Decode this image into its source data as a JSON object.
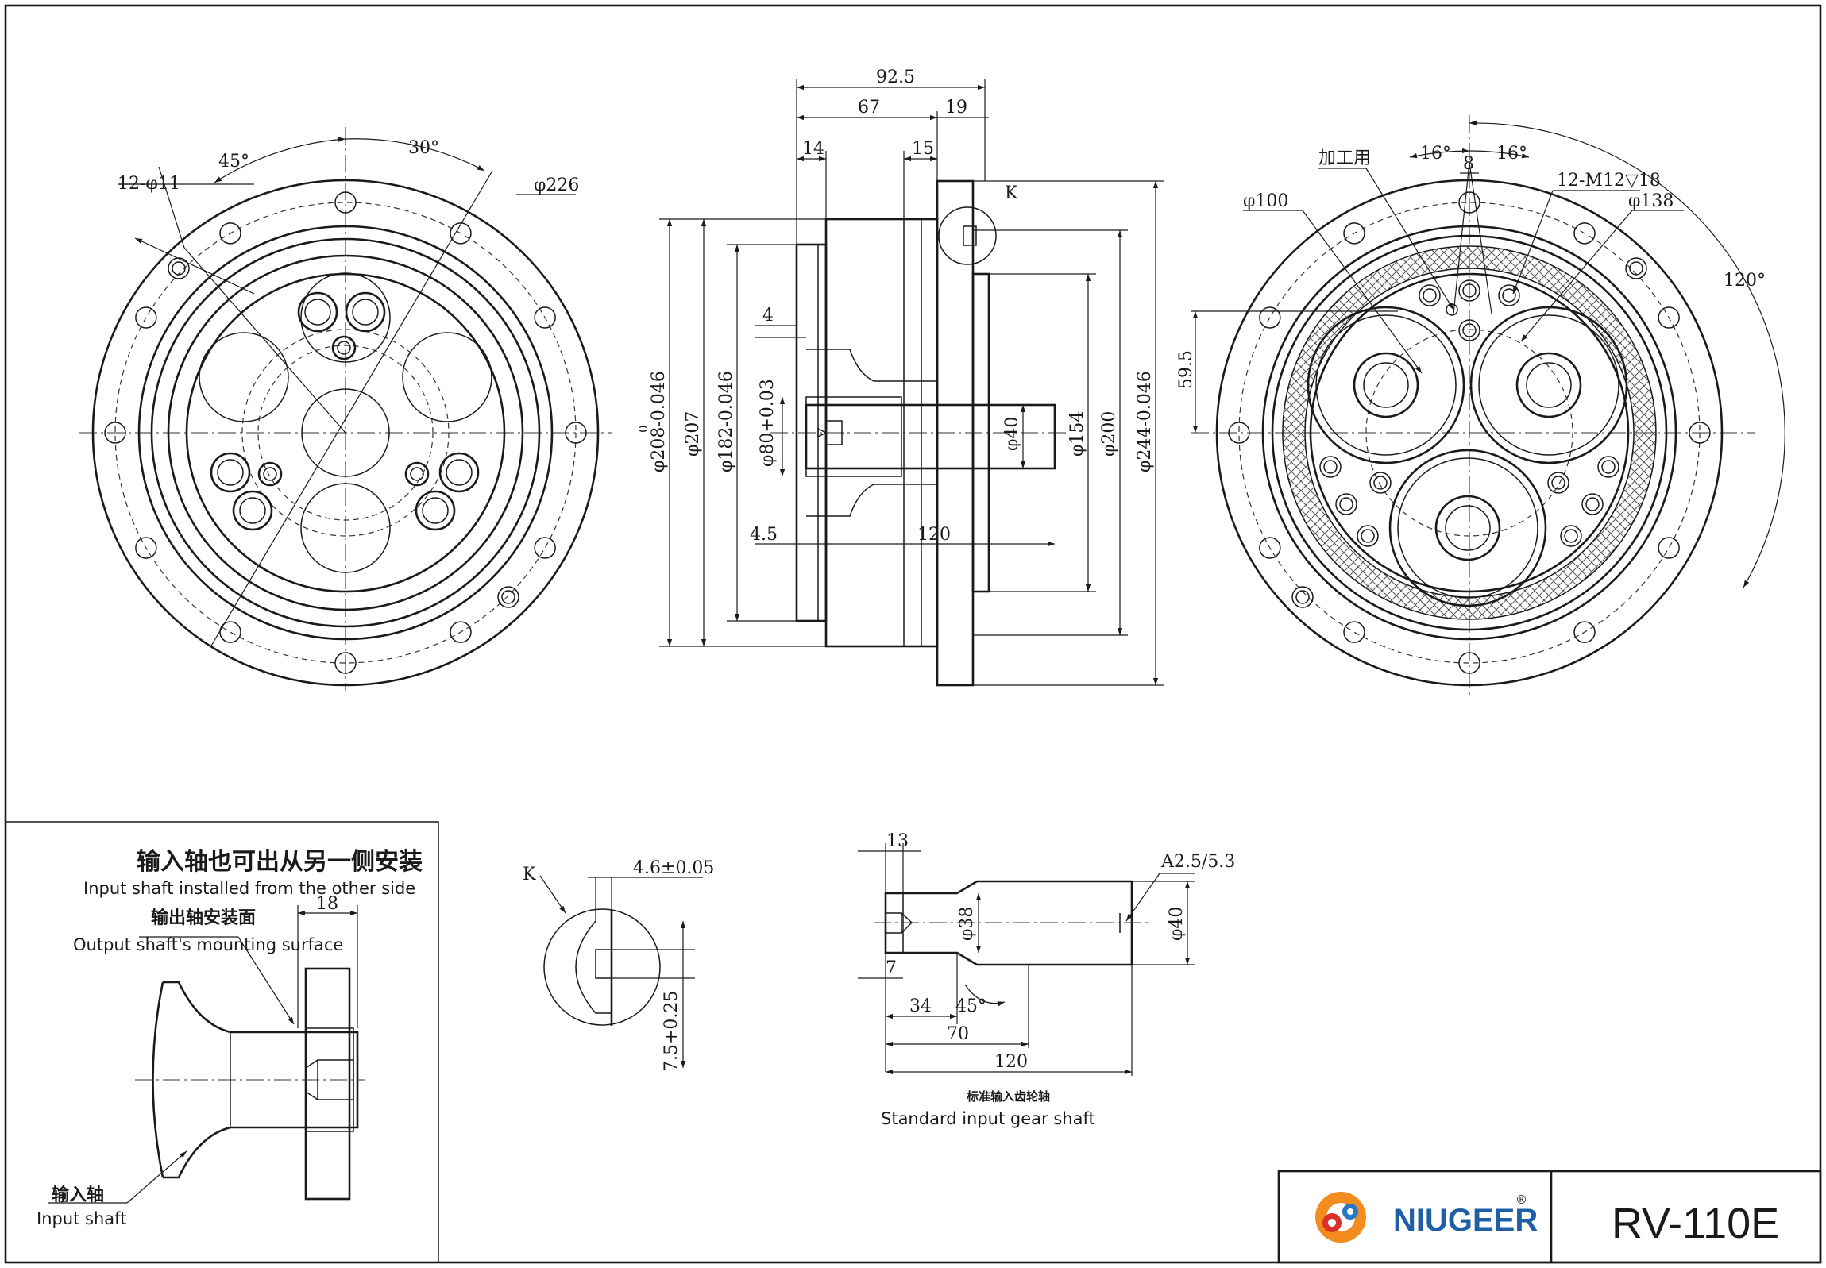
{
  "colors": {
    "line": "#1a1a1a",
    "brand_blue": "#1f5fa8",
    "gear_orange": "#f28c1e",
    "gear_red": "#d9302a",
    "gear_blue": "#2b78c2"
  },
  "front_view": {
    "angle_45": "45°",
    "angle_30": "30°",
    "holes": "12-φ11",
    "dia_226": "φ226"
  },
  "side_view": {
    "d_92_5": "92.5",
    "d_67": "67",
    "d_19": "19",
    "d_14": "14",
    "d_15": "15",
    "d_4": "4",
    "d_4_5": "4.5",
    "d_120": "120",
    "label_k": "K",
    "dia_208": "φ208-0.046",
    "dia_207": "φ207",
    "dia_182": "φ182-0.046",
    "dia_80": "φ80+0.03",
    "dia_40": "φ40",
    "dia_154": "φ154",
    "dia_200": "φ200",
    "dia_244": "φ244-0.046",
    "tol_zero": "0"
  },
  "rear_view": {
    "machining": "加工用",
    "angle_16_left": "16°",
    "d_8": "8",
    "angle_16_right": "16°",
    "thread": "12-M12▽18",
    "dia_100": "φ100",
    "dia_138": "φ138",
    "angle_120": "120°",
    "d_59_5": "59.5"
  },
  "inset": {
    "title_cn": "输入轴也可出从另一侧安装",
    "title_en": "Input shaft installed from the other side",
    "d_18": "18",
    "mount_cn": "输出轴安装面",
    "mount_en": "Output shaft's mounting surface",
    "input_cn": "输入轴",
    "input_en": "Input shaft"
  },
  "detail_k": {
    "label": "K",
    "d_4_6": "4.6±0.05",
    "d_7_5": "7.5+0.25"
  },
  "gear_shaft": {
    "d_13": "13",
    "chamfer": "A2.5/5.3",
    "dia_38": "φ38",
    "dia_40": "φ40",
    "d_7": "7",
    "d_34": "34",
    "angle_45": "45°",
    "d_70": "70",
    "d_120": "120",
    "caption_cn": "标准输入齿轮轴",
    "caption_en": "Standard input gear shaft"
  },
  "title_block": {
    "brand": "NIUGEER",
    "registered": "®",
    "model": "RV-110E"
  }
}
